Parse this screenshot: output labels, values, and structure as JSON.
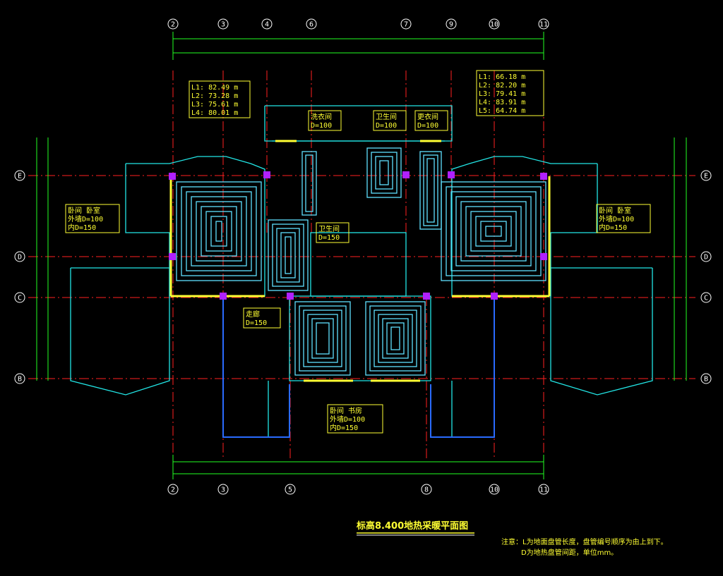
{
  "colors": {
    "background": "#000000",
    "grid_red": "#ff2020",
    "dimension_green": "#22ff22",
    "wall_cyan": "#22e6e6",
    "pipe_cyan": "#5fe0ff",
    "label_yellow": "#ffff33",
    "marker_purple": "#b020ff",
    "blue_outline": "#2a6bff",
    "white": "#ffffff"
  },
  "axes_top": [
    "2",
    "3",
    "4",
    "6",
    "7",
    "9",
    "10",
    "11"
  ],
  "axes_bottom": [
    "2",
    "3",
    "5",
    "8",
    "10",
    "11"
  ],
  "axes_side": [
    "E",
    "D",
    "C",
    "B"
  ],
  "loop_lengths_left": [
    "L1: 82.49 m",
    "L2: 73.28 m",
    "L3: 75.61 m",
    "L4: 80.01 m"
  ],
  "loop_lengths_right": [
    "L1: 66.18 m",
    "L2: 82.20 m",
    "L3: 79.41 m",
    "L4: 83.91 m",
    "L5: 64.74 m"
  ],
  "room_labels": {
    "wash": [
      "洗衣间",
      "D=100"
    ],
    "bath_top": [
      "卫生间",
      "D=100"
    ],
    "closet": [
      "更衣间",
      "D=100"
    ],
    "bath_mid": [
      "卫生间",
      "D=150"
    ],
    "corridor": [
      "走廊",
      "D=150"
    ],
    "bedroom_left": [
      "卧间 卧室",
      "外墙D=100",
      "内D=150"
    ],
    "bedroom_right": [
      "卧间 卧室",
      "外墙D=100",
      "内D=150"
    ],
    "study": [
      "卧间 书房",
      "外墙D=100",
      "内D=150"
    ]
  },
  "drawing_title": "标高8.400地热采暖平面图",
  "notes": [
    "注意：L为地面盘管长度，盘管编号顺序为由上到下。",
    "D为地热盘管间距，单位mm。"
  ]
}
